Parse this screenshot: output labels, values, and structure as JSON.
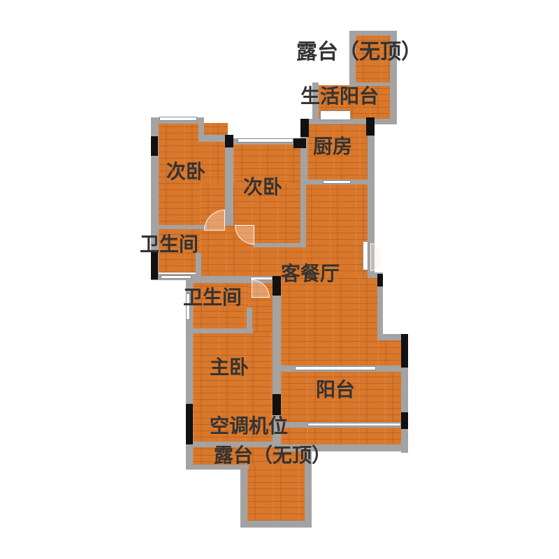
{
  "rooms": {
    "top_terrace": "露台（无顶）",
    "service_balcony": "生活阳台",
    "kitchen": "厨房",
    "second_bedroom_1": "次卧",
    "second_bedroom_2": "次卧",
    "bathroom_1": "卫生间",
    "living_dining": "客餐厅",
    "bathroom_2": "卫生间",
    "master_bedroom": "主卧",
    "balcony": "阳台",
    "ac_unit": "空调机位",
    "bottom_terrace": "露台（无顶）"
  },
  "colors": {
    "floor": "#d9772b",
    "wall": "#a3a3a3",
    "pillar": "#111111",
    "label": "#333333"
  }
}
